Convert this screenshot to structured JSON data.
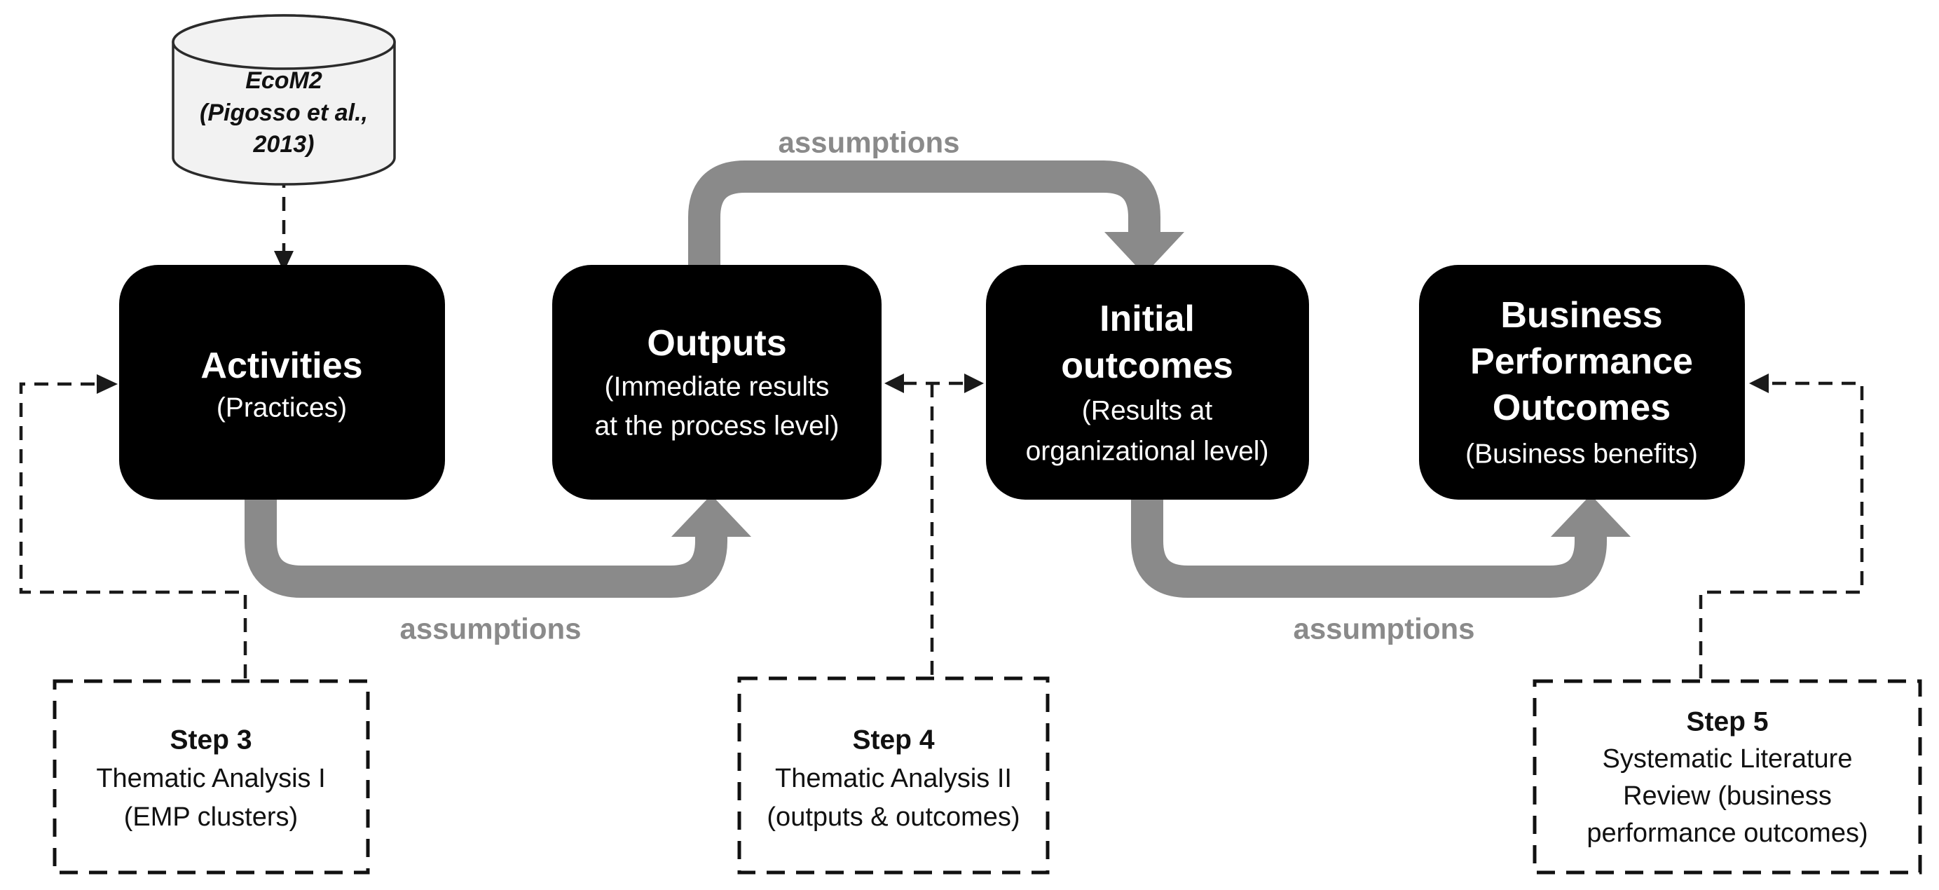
{
  "labels": {
    "assumptions_top": "assumptions",
    "assumptions_bottom_left": "assumptions",
    "assumptions_bottom_right": "assumptions"
  },
  "cylinder": {
    "lines": [
      "EcoM2",
      "(Pigosso et al.,",
      "2013)"
    ]
  },
  "stages": [
    {
      "title_lines": [
        "Activities"
      ],
      "subtitle_lines": [
        "(Practices)"
      ]
    },
    {
      "title_lines": [
        "Outputs"
      ],
      "subtitle_lines": [
        "(Immediate results",
        "at the process level)"
      ]
    },
    {
      "title_lines": [
        "Initial",
        "outcomes"
      ],
      "subtitle_lines": [
        "(Results at",
        "organizational level)"
      ]
    },
    {
      "title_lines": [
        "Business",
        "Performance",
        "Outcomes"
      ],
      "subtitle_lines": [
        "(Business benefits)"
      ]
    }
  ],
  "steps": [
    {
      "title": "Step 3",
      "lines": [
        "Thematic Analysis I",
        "(EMP clusters)"
      ]
    },
    {
      "title": "Step 4",
      "lines": [
        "Thematic Analysis II",
        "(outputs & outcomes)"
      ]
    },
    {
      "title": "Step 5",
      "lines": [
        "Systematic Literature",
        "Review (business",
        "performance outcomes)"
      ]
    }
  ],
  "colors": {
    "stage_box_fill": "#000000",
    "stage_box_text": "#ffffff",
    "assumption_arrow": "#8a8a8a",
    "dashed_line": "#1a1a1a",
    "cylinder_fill": "#f2f2f2"
  }
}
